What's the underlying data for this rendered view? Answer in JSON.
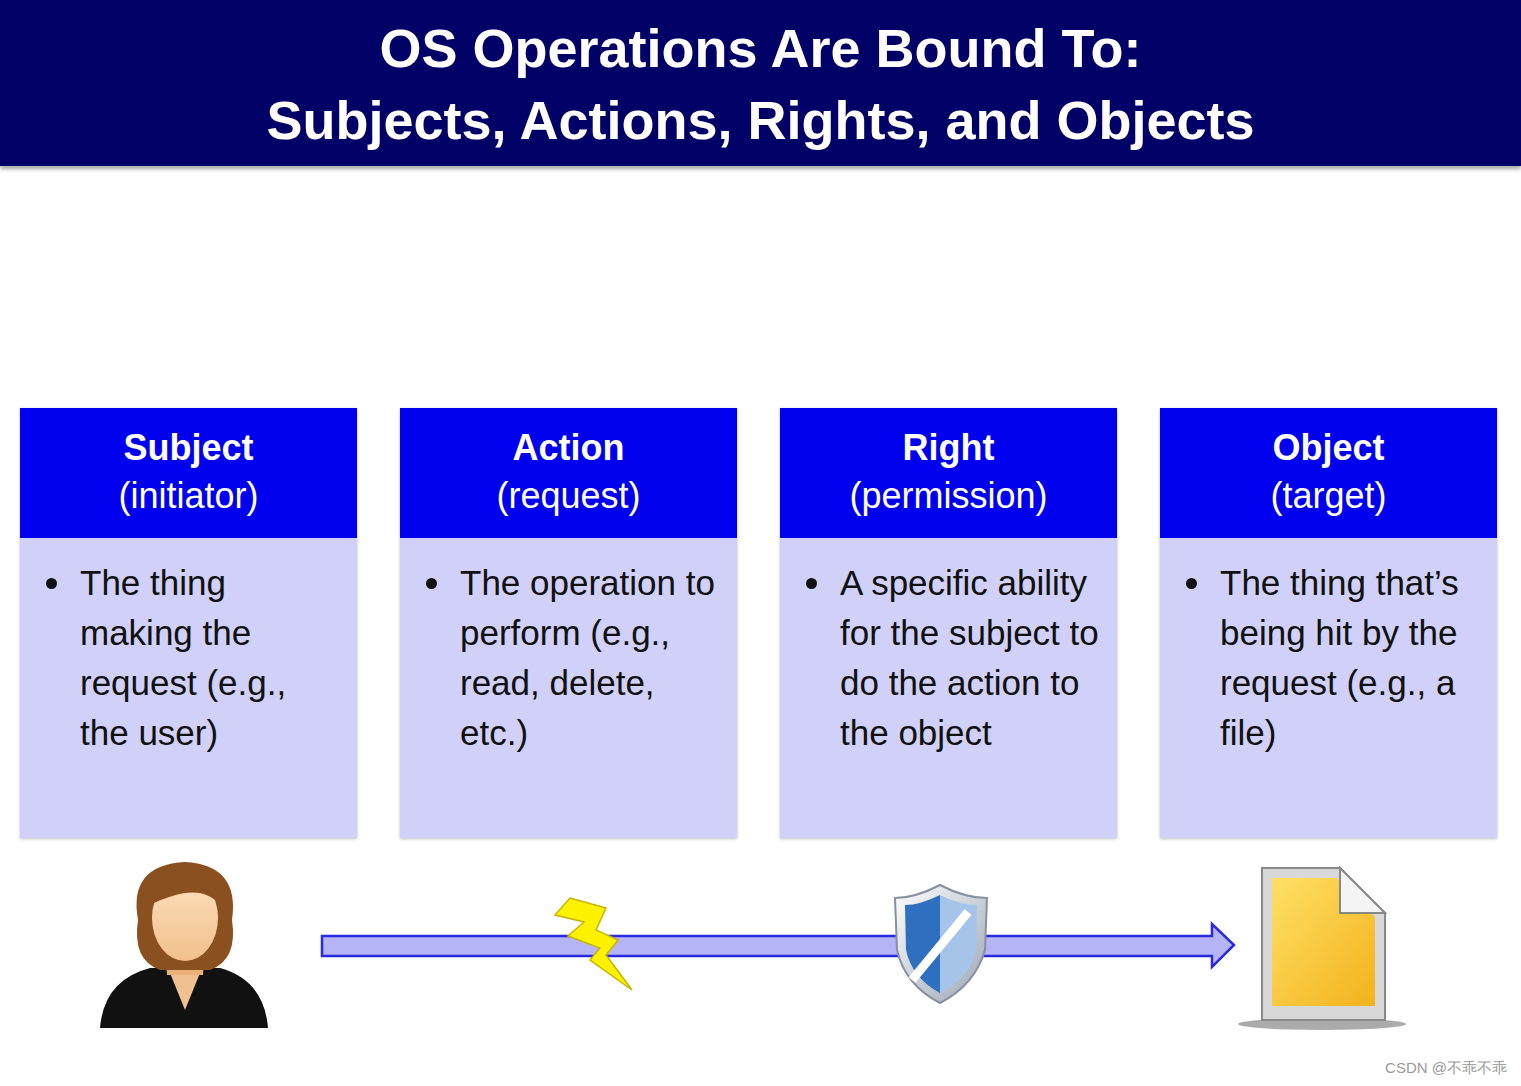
{
  "diagram": {
    "title": "OS Operations Are Bound To: Subjects, Actions, Rights, and Objects",
    "nodes": [
      {
        "text": [
          "Subject",
          "(initiator)",
          "The thing making the request (e.g., the user)"
        ]
      },
      {
        "text": [
          "Action",
          "(request)",
          "The operation to perform (e.g., read, delete, etc.)"
        ]
      },
      {
        "text": [
          "Right",
          "(permission)",
          "A specific ability for the subject to do the action to the object"
        ]
      },
      {
        "text": [
          "Object",
          "(target)",
          "The thing that’s being hit by the request (e.g., a file)"
        ]
      }
    ],
    "labels": [
      "CSDN @不乖不乖"
    ]
  }
}
